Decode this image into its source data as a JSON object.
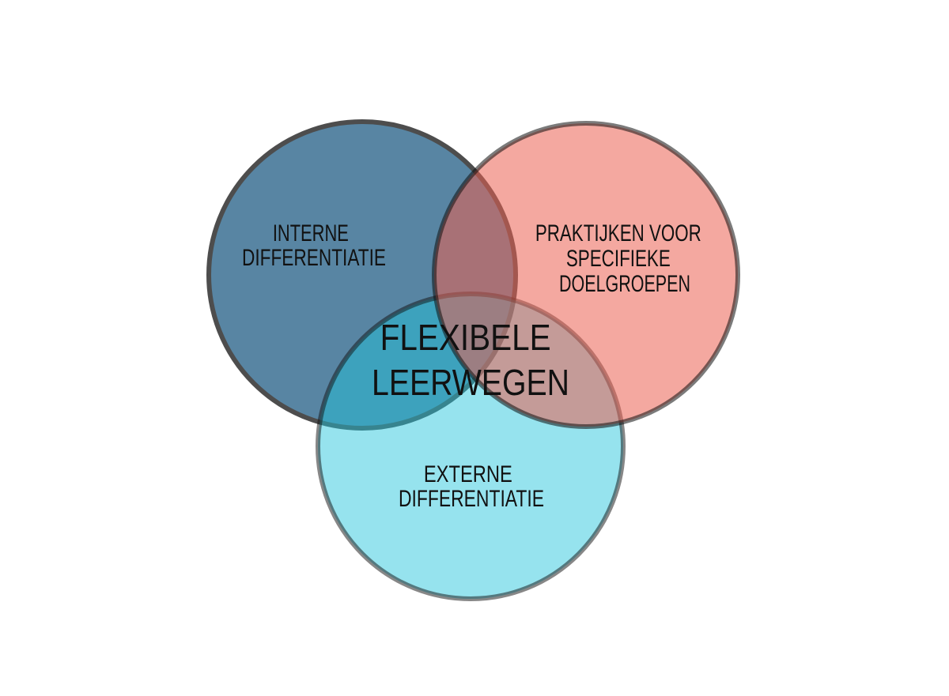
{
  "diagram": {
    "type": "venn",
    "background": "#ffffff",
    "text_color": "#111111",
    "sets": [
      {
        "name": "interne-differentiatie",
        "lines": [
          "INTERNE",
          "DIFFERENTIATIE"
        ],
        "fill": "#5885a3",
        "stroke": "#4d4d4d"
      },
      {
        "name": "externe-differentiatie",
        "lines": [
          "EXTERNE",
          "DIFFERENTIATIE"
        ],
        "fill": "rgba(32,196,219,0.47)",
        "stroke": "rgba(15,15,15,0.5)"
      },
      {
        "name": "praktijken-voor-specifieke-doelgroepen",
        "lines": [
          "PRAKTIJKEN VOOR",
          "SPECIFIEKE",
          "DOELGROEPEN"
        ],
        "fill": "rgba(235,97,82,0.55)",
        "stroke": "rgba(15,15,15,0.55)"
      }
    ],
    "intersection_label": {
      "lines": [
        "FLEXIBELE",
        "LEERWEGEN"
      ]
    },
    "observed_colors": {
      "blue": "#5885a3",
      "pink": "#f4a8a0",
      "cyan": "#96e3ee",
      "blue_pink_overlap": "#a57a7e",
      "blue_cyan_overlap": "#3ba6bb",
      "pink_cyan_overlap": "#bf9a9d",
      "triple_overlap": "#97787d"
    }
  }
}
